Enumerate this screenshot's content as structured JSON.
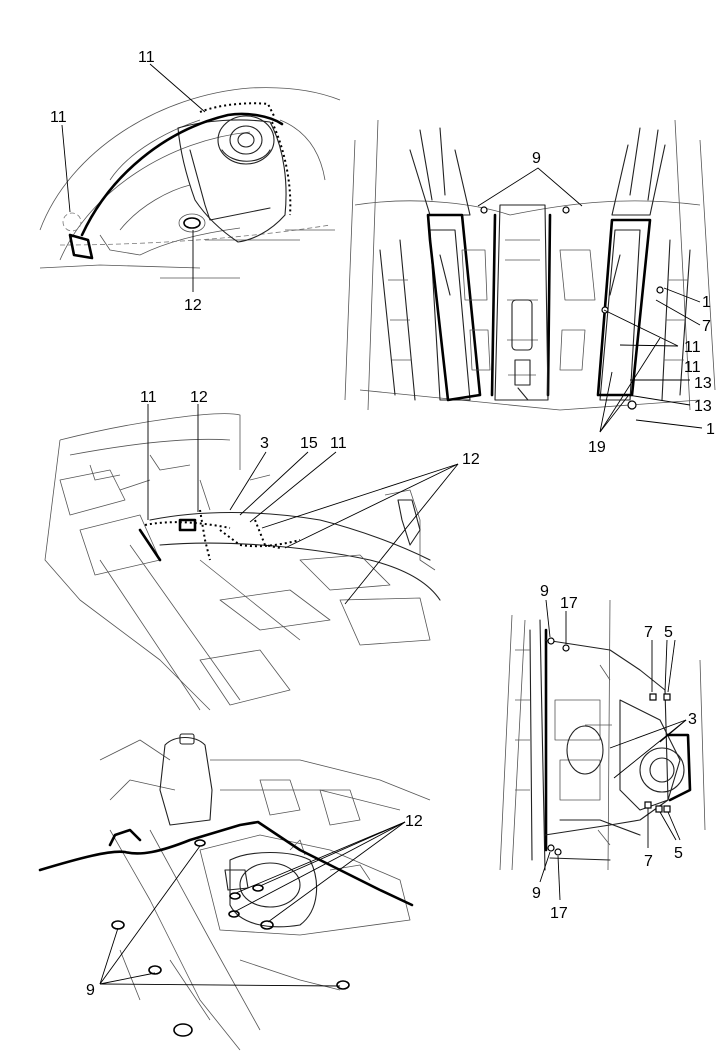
{
  "callouts": {
    "v1_a": "11",
    "v1_b": "11",
    "v1_c": "12",
    "v2_9": "9",
    "v2_1a": "1",
    "v2_7": "7",
    "v2_11a": "11",
    "v2_11b": "11",
    "v2_13a": "13",
    "v2_13b": "13",
    "v2_1b": "1",
    "v2_19": "19",
    "v3_11a": "11",
    "v3_12a": "12",
    "v3_3": "3",
    "v3_15": "15",
    "v3_11b": "11",
    "v3_12b": "12",
    "v4_9a": "9",
    "v4_17a": "17",
    "v4_7a": "7",
    "v4_5a": "5",
    "v4_3": "3",
    "v4_7b": "7",
    "v4_5b": "5",
    "v4_9b": "9",
    "v4_17b": "17",
    "v5_12": "12",
    "v5_9": "9"
  }
}
